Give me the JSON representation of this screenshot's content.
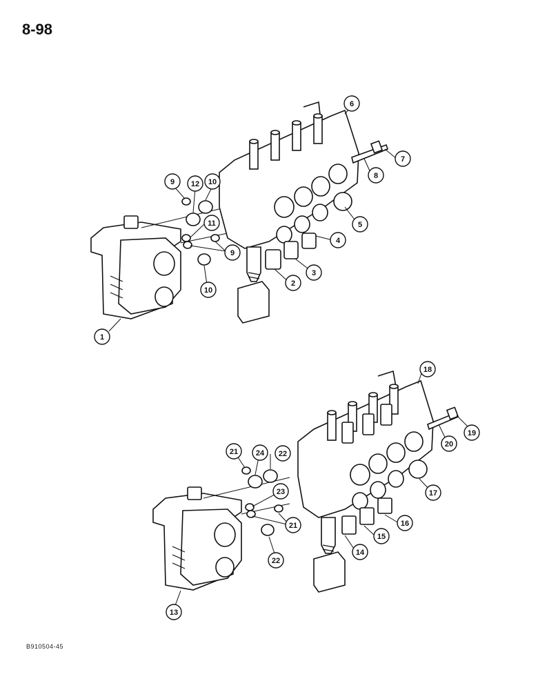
{
  "page": {
    "number": "8-98",
    "figure_code": "B910504-45"
  },
  "callouts": [
    {
      "key": "c1",
      "label": "1"
    },
    {
      "key": "c2",
      "label": "2"
    },
    {
      "key": "c3",
      "label": "3"
    },
    {
      "key": "c4",
      "label": "4"
    },
    {
      "key": "c5",
      "label": "5"
    },
    {
      "key": "c6",
      "label": "6"
    },
    {
      "key": "c7",
      "label": "7"
    },
    {
      "key": "c8",
      "label": "8"
    },
    {
      "key": "c9a",
      "label": "9"
    },
    {
      "key": "c9b",
      "label": "9"
    },
    {
      "key": "c10a",
      "label": "10"
    },
    {
      "key": "c10b",
      "label": "10"
    },
    {
      "key": "c11",
      "label": "11"
    },
    {
      "key": "c12",
      "label": "12"
    },
    {
      "key": "c13",
      "label": "13"
    },
    {
      "key": "c14",
      "label": "14"
    },
    {
      "key": "c15",
      "label": "15"
    },
    {
      "key": "c16",
      "label": "16"
    },
    {
      "key": "c17",
      "label": "17"
    },
    {
      "key": "c18",
      "label": "18"
    },
    {
      "key": "c19",
      "label": "19"
    },
    {
      "key": "c20",
      "label": "20"
    },
    {
      "key": "c21a",
      "label": "21"
    },
    {
      "key": "c21b",
      "label": "21"
    },
    {
      "key": "c22a",
      "label": "22"
    },
    {
      "key": "c22b",
      "label": "22"
    },
    {
      "key": "c23",
      "label": "23"
    },
    {
      "key": "c24",
      "label": "24"
    }
  ]
}
